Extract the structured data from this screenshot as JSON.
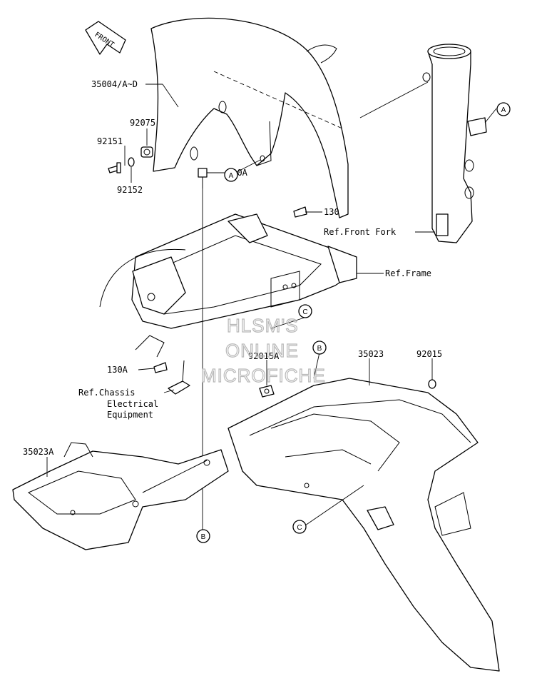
{
  "labels": {
    "front_fender": "35004/A~D",
    "p92075": "92075",
    "p92151": "92151",
    "p92152": "92152",
    "p130a_top": "130A",
    "p130": "130",
    "ref_front_fork": "Ref.Front Fork",
    "ref_frame": "Ref.Frame",
    "p130a_mid": "130A",
    "ref_chassis_1": "Ref.Chassis",
    "ref_chassis_2": "Electrical",
    "ref_chassis_3": "Equipment",
    "p92015a": "92015A",
    "p35023": "35023",
    "p92015": "92015",
    "p35023a": "35023A"
  },
  "front_arrow": "FRONT",
  "callouts": {
    "a1": "A",
    "a2": "A",
    "b1": "B",
    "b2": "B",
    "c1": "C",
    "c2": "C"
  },
  "watermark": {
    "line1": "HLSM'S",
    "line2": "ONLINE",
    "line3": "MICROFICHE"
  }
}
